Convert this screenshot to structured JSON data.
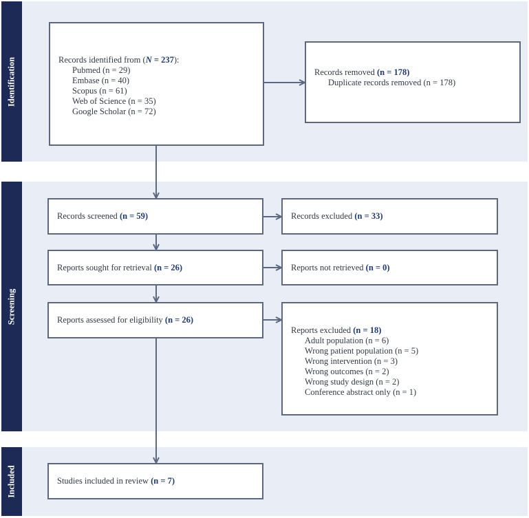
{
  "stages": {
    "identification": "Identification",
    "screening": "Screening",
    "included": "Included"
  },
  "identified": {
    "lead": "Records identified from (",
    "n_label": "N",
    "n_value": " = 237",
    "tail": "):",
    "sources": [
      "Pubmed (n = 29)",
      "Embase (n = 40)",
      "Scopus (n = 61)",
      "Web of Science (n = 35)",
      "Google Scholar (n = 72)"
    ]
  },
  "removed": {
    "label": "Records removed ",
    "count": "(n = 178)",
    "detail": "Duplicate records removed (n = 178)"
  },
  "screened": {
    "label": "Records screened ",
    "count": "(n = 59)"
  },
  "excluded": {
    "label": "Records excluded ",
    "count": "(n = 33)"
  },
  "sought": {
    "label": "Reports sought for retrieval ",
    "count": "(n = 26)"
  },
  "not_retrieved": {
    "label": "Reports not retrieved ",
    "count": "(n = 0)"
  },
  "assessed": {
    "label": "Reports assessed for eligibility ",
    "count": "(n = 26)"
  },
  "reports_excluded": {
    "label": "Reports excluded ",
    "count": "(n = 18)",
    "reasons": [
      "Adult population (n = 6)",
      "Wrong patient population (n = 5)",
      "Wrong intervention (n = 3)",
      "Wrong outcomes (n = 2)",
      "Wrong study design (n = 2)",
      "Conference abstract only (n = 1)"
    ]
  },
  "included_box": {
    "label": "Studies included in review ",
    "count": "(n = 7)"
  },
  "colors": {
    "sidebar": "#1c2a55",
    "band": "#e8edf6",
    "arrow": "#5b6880",
    "highlight": "#1f3b73"
  }
}
